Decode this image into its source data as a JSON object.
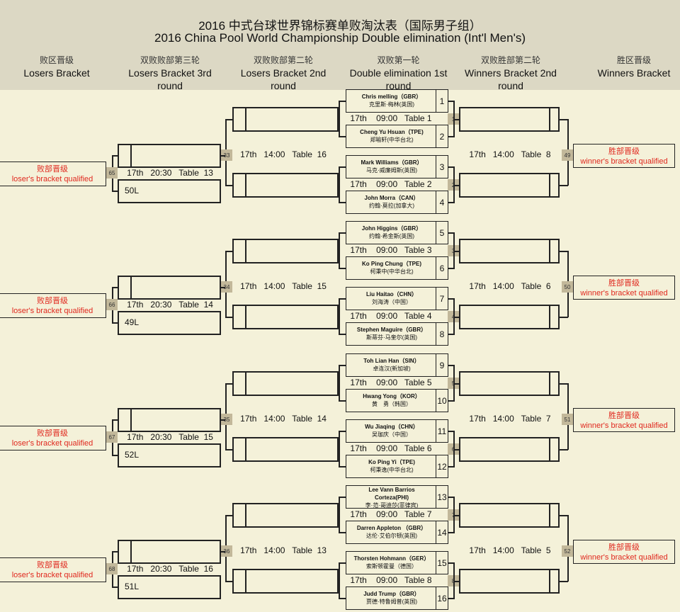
{
  "title_zh": "2016 中式台球世界锦标赛单败淘汰表（国际男子组）",
  "title_en": "2016 China Pool World Championship Double elimination (Int'l Men's)",
  "columns": [
    {
      "zh": "败区晋级",
      "en": "Losers Bracket"
    },
    {
      "zh": "双败败部第三轮",
      "en": "Losers Bracket 3rd round"
    },
    {
      "zh": "双败败部第二轮",
      "en": "Losers Bracket 2nd round"
    },
    {
      "zh": "双败第一轮",
      "en": "Double elimination 1st round"
    },
    {
      "zh": "双败胜部第二轮",
      "en": "Winners Bracket 2nd round"
    },
    {
      "zh": "胜区晋级",
      "en": "Winners  Bracket"
    }
  ],
  "loser_q": {
    "zh": "败部晋级",
    "en": "loser's bracket qualified"
  },
  "winner_q": {
    "zh": "胜部晋级",
    "en": "winner's bracket qualified"
  },
  "blocks": [
    {
      "matches": [
        {
          "no": "1",
          "info": "17th    09:00   Table 1",
          "players": [
            {
              "seed": "1",
              "en": "Chris melling（GBR）",
              "zh": "克里斯·梅林(英国)"
            },
            {
              "seed": "2",
              "en": "Cheng  Yu Hsuan（TPE)",
              "zh": "郑喻轩(中华台北)"
            }
          ]
        },
        {
          "no": "2",
          "info": "17th    09:00   Table 2",
          "players": [
            {
              "seed": "3",
              "en": "Mark Williams（GBR）",
              "zh": "马克·威廉姆斯(英国)"
            },
            {
              "seed": "4",
              "en": "John Morra（CAN）",
              "zh": "约翰·莫拉(加拿大)"
            }
          ]
        }
      ],
      "lb2": {
        "no": "33",
        "info": "17th   14:00   Table  16"
      },
      "lb3": {
        "no": "65",
        "info": "17th   20:30   Table  13",
        "bottom": "50L"
      },
      "wb2": {
        "no": "49",
        "info": "17th   14:00   Table  8"
      }
    },
    {
      "matches": [
        {
          "no": "3",
          "info": "17th    09:00   Table 3",
          "players": [
            {
              "seed": "5",
              "en": "John Higgins（GBR）",
              "zh": "约翰·希金斯(英国)"
            },
            {
              "seed": "6",
              "en": "Ko Ping Chung（TPE)",
              "zh": "柯秉中(中华台北)"
            }
          ]
        },
        {
          "no": "4",
          "info": "17th    09:00   Table 4",
          "players": [
            {
              "seed": "7",
              "en": "Liu Haitao（CHN）",
              "zh": "刘海涛（中国）"
            },
            {
              "seed": "8",
              "en": "Stephen Maguire（GBR）",
              "zh": "斯蒂芬·马奎尔(英国)"
            }
          ]
        }
      ],
      "lb2": {
        "no": "34",
        "info": "17th   14:00   Table  15"
      },
      "lb3": {
        "no": "66",
        "info": "17th   20:30   Table  14",
        "bottom": "49L"
      },
      "wb2": {
        "no": "50",
        "info": "17th   14:00   Table  6"
      }
    },
    {
      "matches": [
        {
          "no": "5",
          "info": "17th    09:00   Table 5",
          "players": [
            {
              "seed": "9",
              "en": "Toh Lian Han（SIN）",
              "zh": "卓连汉(新加坡)"
            },
            {
              "seed": "10",
              "en": "Hwang Yong（KOR）",
              "zh": "黄　勇（韩国）"
            }
          ]
        },
        {
          "no": "6",
          "info": "17th    09:00   Table 6",
          "players": [
            {
              "seed": "11",
              "en": "Wu Jiaqing（CHN）",
              "zh": "吴珈庆（中国）"
            },
            {
              "seed": "12",
              "en": "Ko Ping Yi（TPE)",
              "zh": "柯秉逸(中华台北)"
            }
          ]
        }
      ],
      "lb2": {
        "no": "35",
        "info": "17th   14:00   Table  14"
      },
      "lb3": {
        "no": "67",
        "info": "17th   20:30   Table  15",
        "bottom": "52L"
      },
      "wb2": {
        "no": "51",
        "info": "17th   14:00   Table  7"
      }
    },
    {
      "matches": [
        {
          "no": "7",
          "info": "17th    09:00   Table 7",
          "players": [
            {
              "seed": "13",
              "en": "Lee Vann Barrios Corteza(PHI)",
              "zh": "李·范·哥迪莎(菲律宾)"
            },
            {
              "seed": "14",
              "en": "Darren Appleton （GBR）",
              "zh": "达伦·艾伯尔顿(英国)"
            }
          ]
        },
        {
          "no": "8",
          "info": "17th    09:00   Table 8",
          "players": [
            {
              "seed": "15",
              "en": "Thorsten Hohmann（GER）",
              "zh": "索斯顿霍曼（德国）"
            },
            {
              "seed": "16",
              "en": "Judd Trump（GBR）",
              "zh": "贾德·特鲁姆普(英国)"
            }
          ]
        }
      ],
      "lb2": {
        "no": "36",
        "info": "17th   14:00   Table  13"
      },
      "lb3": {
        "no": "68",
        "info": "17th   20:30   Table  16",
        "bottom": "51L"
      },
      "wb2": {
        "no": "52",
        "info": "17th   14:00   Table  5"
      }
    }
  ]
}
